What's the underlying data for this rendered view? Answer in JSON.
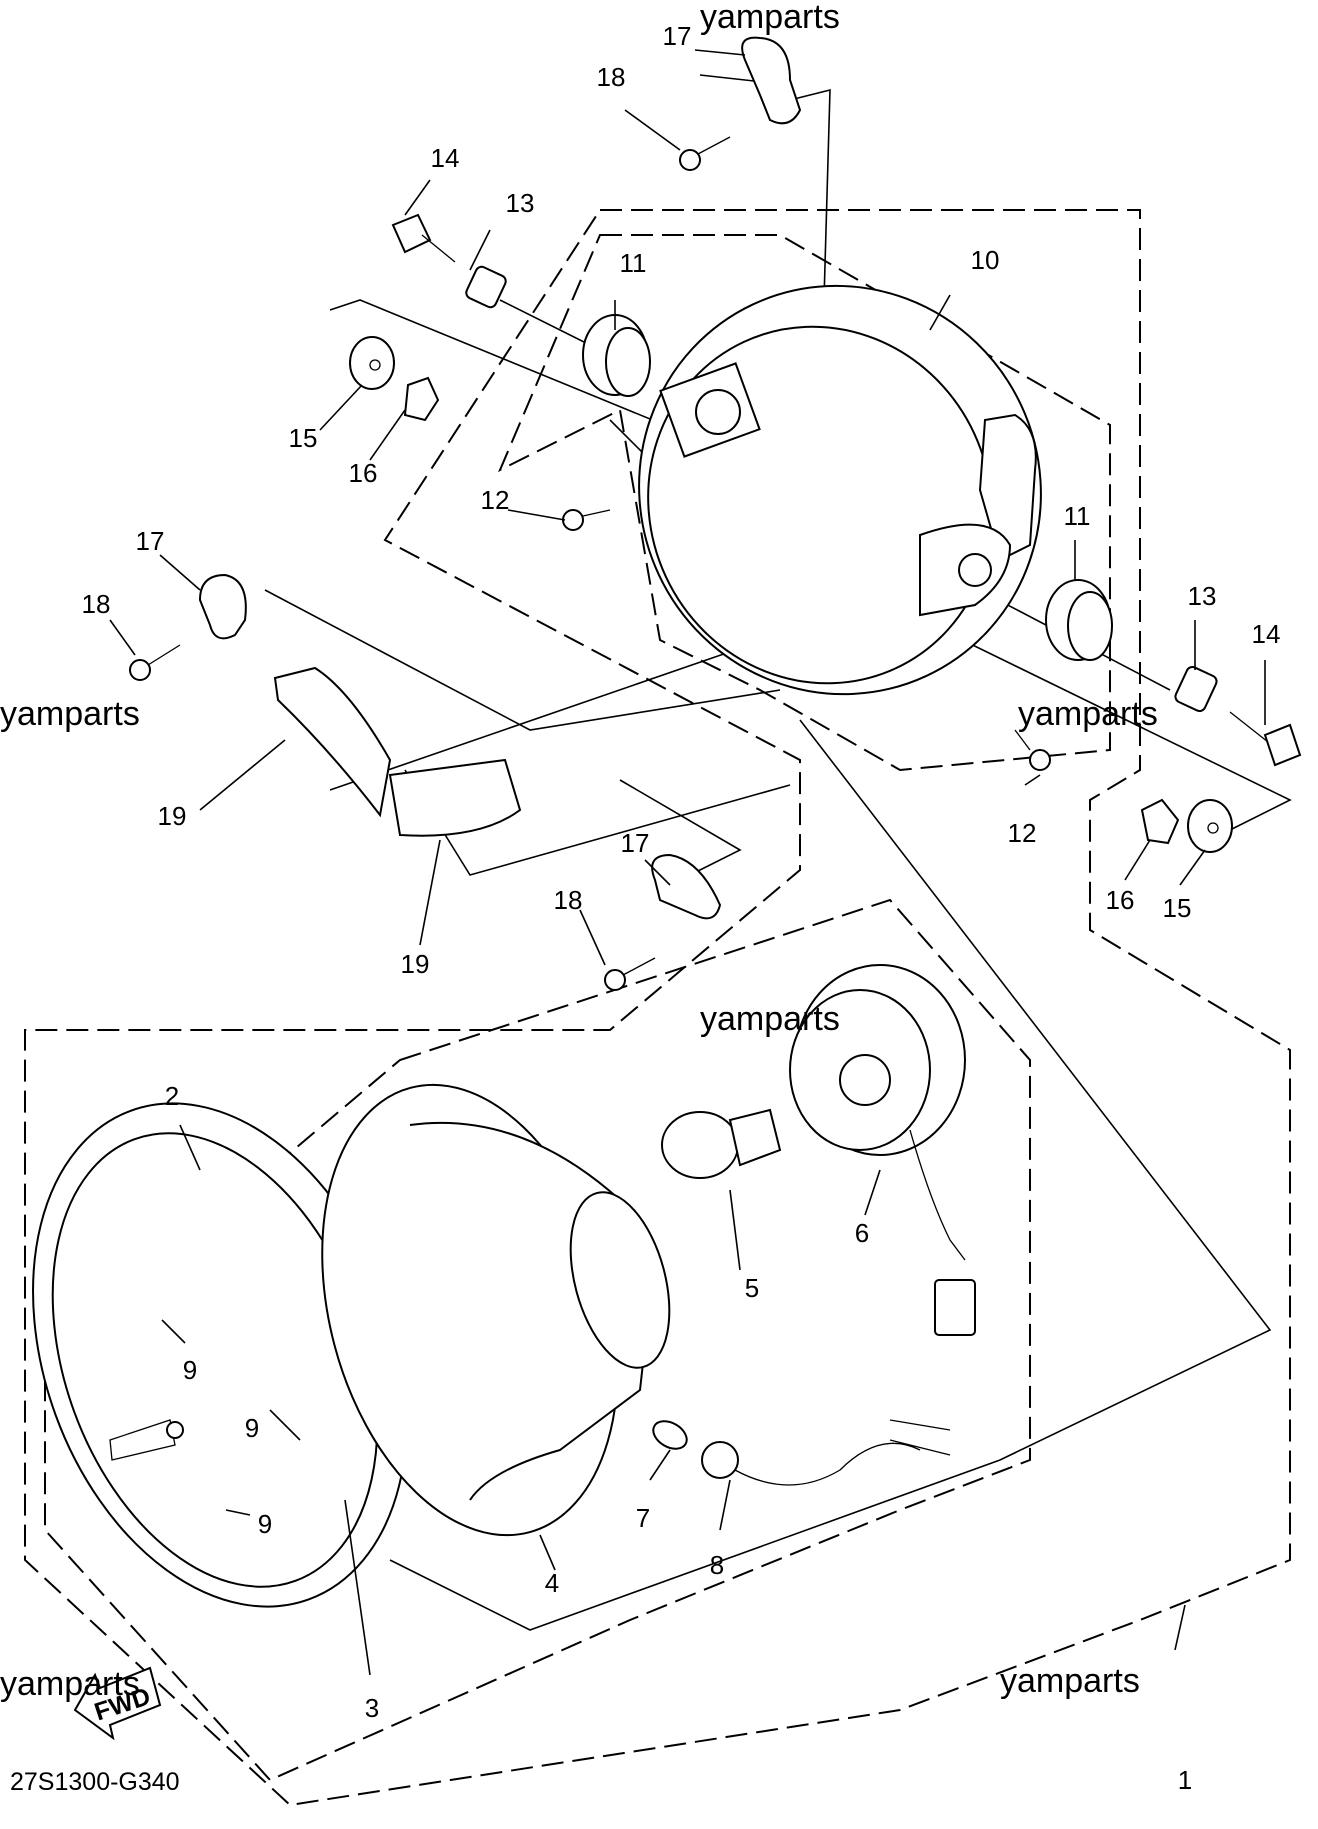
{
  "diagram_code": "27S1300-G340",
  "watermark": "yamparts",
  "fwd_label": "FWD",
  "callouts": [
    "1",
    "2",
    "3",
    "4",
    "5",
    "6",
    "7",
    "8",
    "9",
    "9",
    "9",
    "10",
    "11",
    "11",
    "12",
    "12",
    "13",
    "13",
    "14",
    "14",
    "15",
    "15",
    "16",
    "16",
    "17",
    "17",
    "17",
    "18",
    "18",
    "18",
    "19",
    "19"
  ]
}
